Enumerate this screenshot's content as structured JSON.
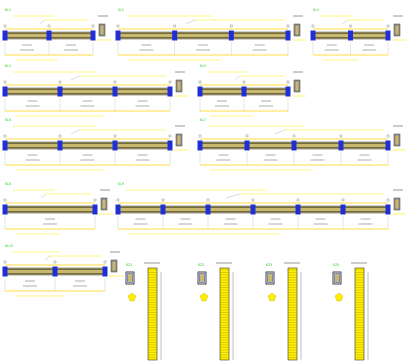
{
  "drawing": {
    "colors": {
      "concrete": "#c8b96e",
      "rebar": "#1a1a1a",
      "support": "#1f2fd8",
      "dimension": "#ffd000",
      "annotation": "#ffee00",
      "tag": "#22cc22",
      "outline": "#111111"
    }
  },
  "beams": [
    {
      "id": "b1",
      "tag": "KL1",
      "spans": 2
    },
    {
      "id": "b2",
      "tag": "KL2",
      "spans": 3
    },
    {
      "id": "b3",
      "tag": "KL3",
      "spans": 2
    },
    {
      "id": "b4",
      "tag": "KL4",
      "spans": 3
    },
    {
      "id": "b5",
      "tag": "KL5",
      "spans": 2
    },
    {
      "id": "b6",
      "tag": "KL6",
      "spans": 3
    },
    {
      "id": "b7",
      "tag": "KL7",
      "spans": 4
    },
    {
      "id": "b8",
      "tag": "KL8",
      "spans": 1
    },
    {
      "id": "b9",
      "tag": "KL9",
      "spans": 6
    },
    {
      "id": "b10",
      "tag": "KL10",
      "spans": 2
    }
  ],
  "columns": [
    {
      "id": "c1",
      "tag": "KZ1"
    },
    {
      "id": "c2",
      "tag": "KZ2"
    },
    {
      "id": "c3",
      "tag": "KZ3"
    },
    {
      "id": "c4",
      "tag": "KZ4"
    }
  ]
}
